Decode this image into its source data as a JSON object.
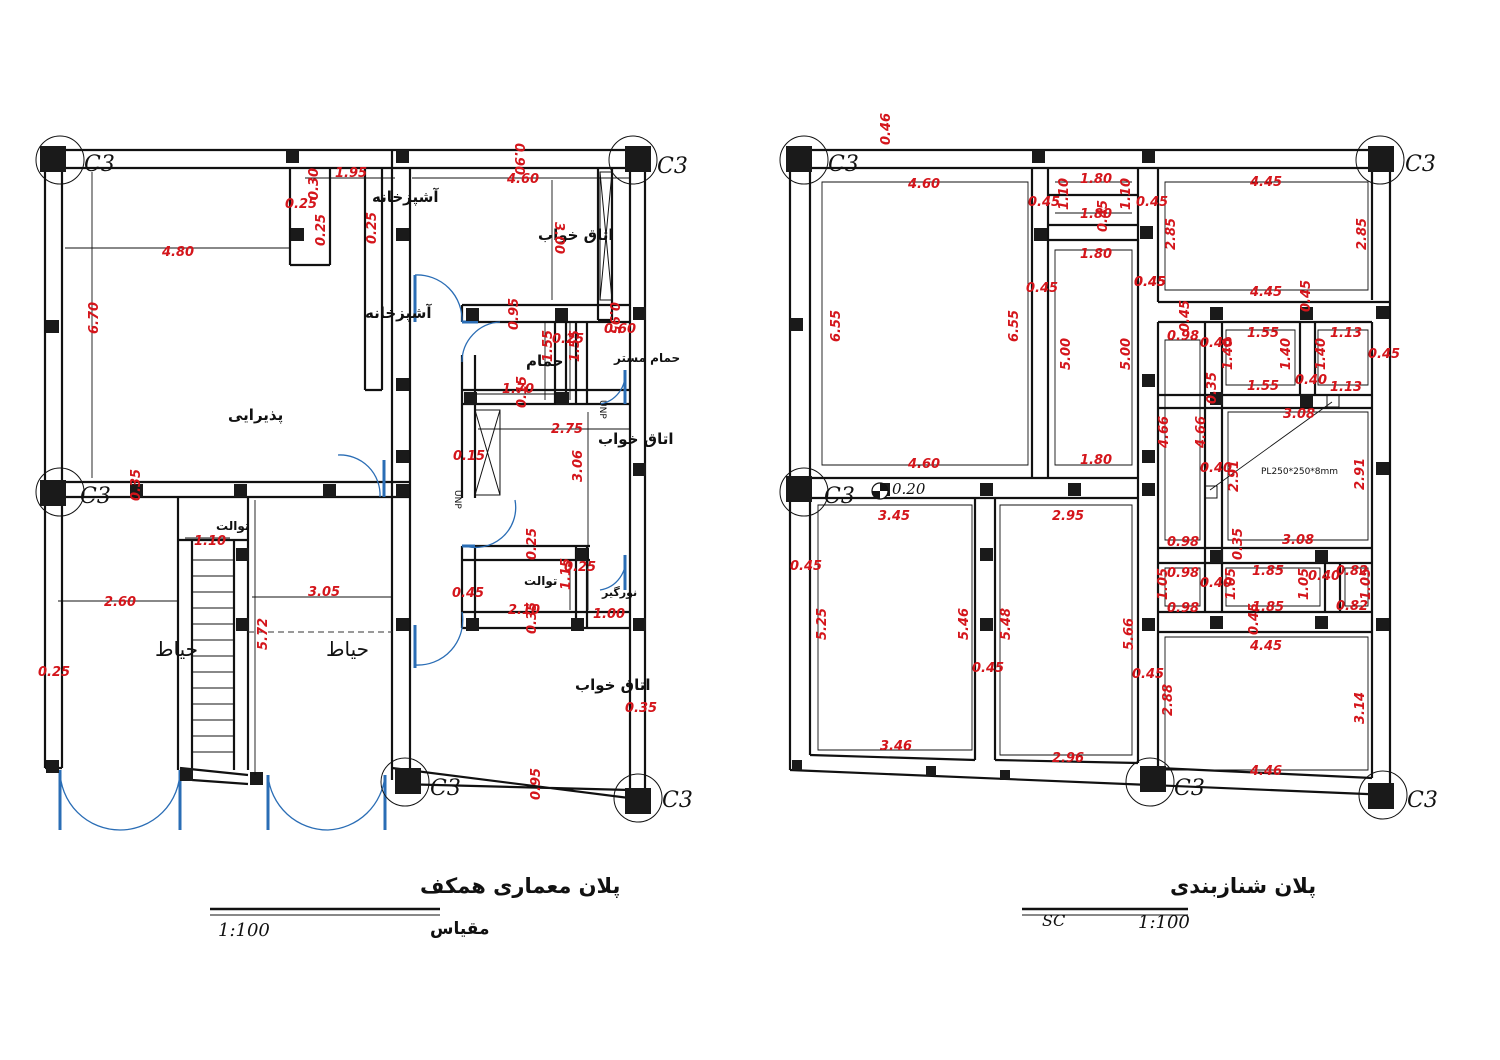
{
  "left_plan": {
    "title": "پلان معماری همکف",
    "scale_label": "مقیاس",
    "scale_value": "1:100",
    "axis_label": "C3",
    "rooms": {
      "kitchen_a": "آشپزخانه",
      "kitchen_b": "آشپزخانه",
      "bedroom_1": "اتاق خواب",
      "bedroom_2": "اتاق خواب",
      "bedroom_3": "اتاق خواب",
      "reception": "پذیرایی",
      "bath": "حمام",
      "master_bath": "حمام مستر",
      "toilet_1": "توالت",
      "toilet_2": "توالت",
      "skylight": "نورگیر",
      "yard_1": "حیاط",
      "yard_2": "حیاط"
    },
    "dimensions": {
      "d1": "1.95",
      "d2": "0.30",
      "d3": "0.25",
      "d4": "0.25",
      "d5": "0.25",
      "d6": "4.60",
      "d7": "0.90",
      "d8": "3.00",
      "d9": "4.80",
      "d10": "6.70",
      "d11": "0.95",
      "d12": "0.95",
      "d13": "0.25",
      "d14": "0.60",
      "d15": "1.55",
      "d16": "1.55",
      "d17": "1.70",
      "d18": "0.15",
      "d19": "2.75",
      "d20": "0.15",
      "d21": "3.06",
      "d22": "0.35",
      "d23": "1.10",
      "d24": "0.25",
      "d25": "0.25",
      "d26": "1.15",
      "d27": "3.05",
      "d28": "0.45",
      "d29": "2.10",
      "d30": "1.00",
      "d31": "0.35",
      "d32": "2.60",
      "d33": "5.72",
      "d34": "0.25",
      "d35": "0.35",
      "d36": "0.95"
    },
    "unp_1": "UNP",
    "unp_2": "UNP"
  },
  "right_plan": {
    "title": "پلان شنازبندی",
    "scale_label": "SC",
    "scale_value": "1:100",
    "axis_label": "C3",
    "level": "0.20",
    "plate_label": "PL250*250*8mm",
    "dimensions": {
      "r1": "0.46",
      "r2": "4.60",
      "r3": "1.80",
      "r4": "1.10",
      "r5": "1.10",
      "r6": "0.45",
      "r7": "0.45",
      "r8": "1.80",
      "r9": "4.45",
      "r10": "0.45",
      "r11": "1.80",
      "r12": "2.85",
      "r13": "2.85",
      "r14": "6.55",
      "r15": "6.55",
      "r16": "0.45",
      "r17": "5.00",
      "r18": "5.00",
      "r19": "0.45",
      "r20": "4.45",
      "r21": "0.45",
      "r22": "0.45",
      "r23": "1.55",
      "r24": "1.13",
      "r25": "0.98",
      "r26": "0.40",
      "r27": "1.40",
      "r28": "1.40",
      "r29": "1.40",
      "r30": "0.45",
      "r31": "0.45",
      "r32": "1.55",
      "r33": "0.40",
      "r34": "1.13",
      "r35": "0.35",
      "r36": "3.08",
      "r37": "4.66",
      "r38": "4.66",
      "r39": "4.60",
      "r40": "1.80",
      "r41": "0.40",
      "r42": "2.91",
      "r43": "2.91",
      "r44": "3.45",
      "r45": "2.95",
      "r46": "0.98",
      "r47": "3.08",
      "r48": "0.35",
      "r49": "0.45",
      "r50": "0.98",
      "r51": "0.40",
      "r52": "1.85",
      "r53": "0.40",
      "r54": "0.82",
      "r55": "1.05",
      "r56": "1.05",
      "r57": "1.05",
      "r58": "1.05",
      "r59": "0.98",
      "r60": "1.85",
      "r61": "0.82",
      "r62": "0.45",
      "r63": "5.25",
      "r64": "5.46",
      "r65": "5.48",
      "r66": "5.66",
      "r67": "4.45",
      "r68": "0.45",
      "r69": "0.45",
      "r70": "2.88",
      "r71": "3.14",
      "r72": "3.46",
      "r73": "2.96",
      "r74": "4.46"
    }
  }
}
